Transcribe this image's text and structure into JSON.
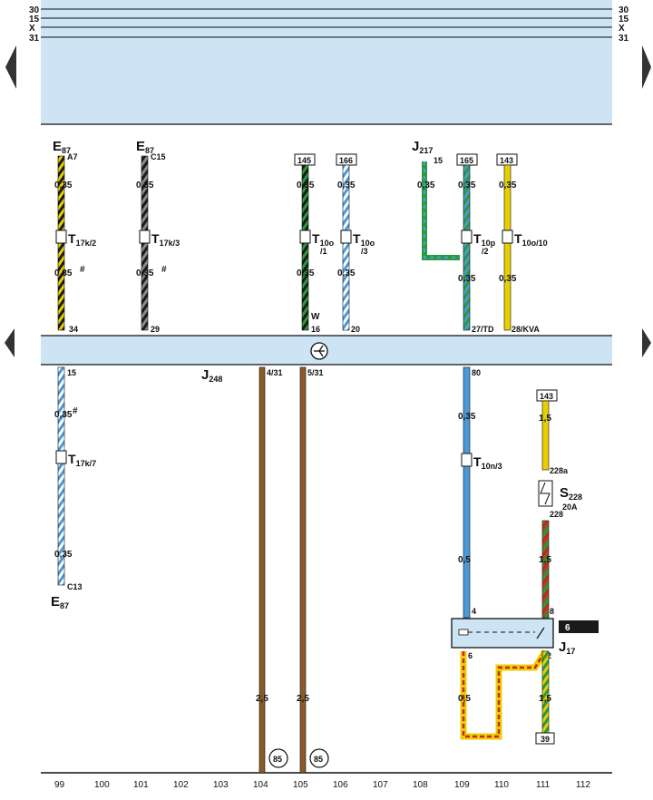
{
  "colors": {
    "band": "#cce4f3",
    "black": "#1a1a1a",
    "yellow": "#e8d000",
    "gray": "#7a7a7a",
    "green": "#2a9a3a",
    "blue": "#4a9ad8",
    "white": "#ffffff",
    "brown": "#8a5a2a",
    "red": "#d02020",
    "orange": "#e89020"
  },
  "rails": {
    "left": [
      "30",
      "15",
      "X",
      "31"
    ],
    "right": [
      "30",
      "15",
      "X",
      "31"
    ]
  },
  "components": {
    "e87_a": {
      "main": "E",
      "sub": "87",
      "pin": "A7"
    },
    "e87_b": {
      "main": "E",
      "sub": "87",
      "pin": "C15"
    },
    "j217": {
      "main": "J",
      "sub": "217",
      "pin": "15"
    },
    "j248": {
      "main": "J",
      "sub": "248"
    },
    "e87_c": {
      "main": "E",
      "sub": "87",
      "pin": "C13"
    },
    "s228": {
      "main": "S",
      "sub": "228",
      "rating": "20A",
      "pin_top": "228a",
      "pin_bottom": "228"
    },
    "j17": {
      "main": "J",
      "sub": "17",
      "badge": "6",
      "pin_in_left": "4",
      "pin_in_right": "8",
      "pin_out_left": "6",
      "pin_out_right": "2"
    }
  },
  "refs": {
    "r145": "145",
    "r166": "166",
    "r165": "165",
    "r143_top": "143",
    "r143_bot": "143",
    "r39": "39"
  },
  "connectors": {
    "t17k2": {
      "main": "T",
      "sub": "17k/2"
    },
    "t17k3": {
      "main": "T",
      "sub": "17k/3"
    },
    "t10o1": {
      "main": "T",
      "sub": "10o",
      "sub2": "/1"
    },
    "t10o3": {
      "main": "T",
      "sub": "10o",
      "sub2": "/3"
    },
    "t10p2": {
      "main": "T",
      "sub": "10p",
      "sub2": "/2"
    },
    "t10o10": {
      "main": "T",
      "sub": "10o/10"
    },
    "t17k7": {
      "main": "T",
      "sub": "17k/7"
    },
    "t10n3": {
      "main": "T",
      "sub": "10n/3"
    }
  },
  "wire_sizes": {
    "w1_top": "0,35",
    "w1_bot": "0,35",
    "w2_top": "0,35",
    "w2_bot": "0,35",
    "w3_top": "0,35",
    "w3_bot": "0,35",
    "w4_top": "0,35",
    "w4_bot": "0,35",
    "w5_top": "0,35",
    "w6_top": "0,35",
    "w6_bot": "0,35",
    "w7_top": "0,35",
    "w7_bot": "0,35",
    "l1_top": "0,35",
    "l1_bot": "0,35",
    "l4": "2,5",
    "l5": "2,5",
    "l6_top": "0,35",
    "l6_bot": "0,5",
    "l7_top": "1,5",
    "l7_mid": "1,5",
    "l8_left": "0,5",
    "l8_right": "1,5"
  },
  "marks": {
    "hash": "#",
    "w": "W"
  },
  "band_pins": {
    "p34": "34",
    "p29": "29",
    "p16": "16",
    "p20": "20",
    "p27": "27/TD",
    "p28": "28/KVA",
    "p15": "15",
    "p4_31": "4/31",
    "p5_31": "5/31",
    "p80": "80"
  },
  "grounds": {
    "g104": "85",
    "g105": "85"
  },
  "grid": [
    "99",
    "100",
    "101",
    "102",
    "103",
    "104",
    "105",
    "106",
    "107",
    "108",
    "109",
    "110",
    "111",
    "112"
  ]
}
